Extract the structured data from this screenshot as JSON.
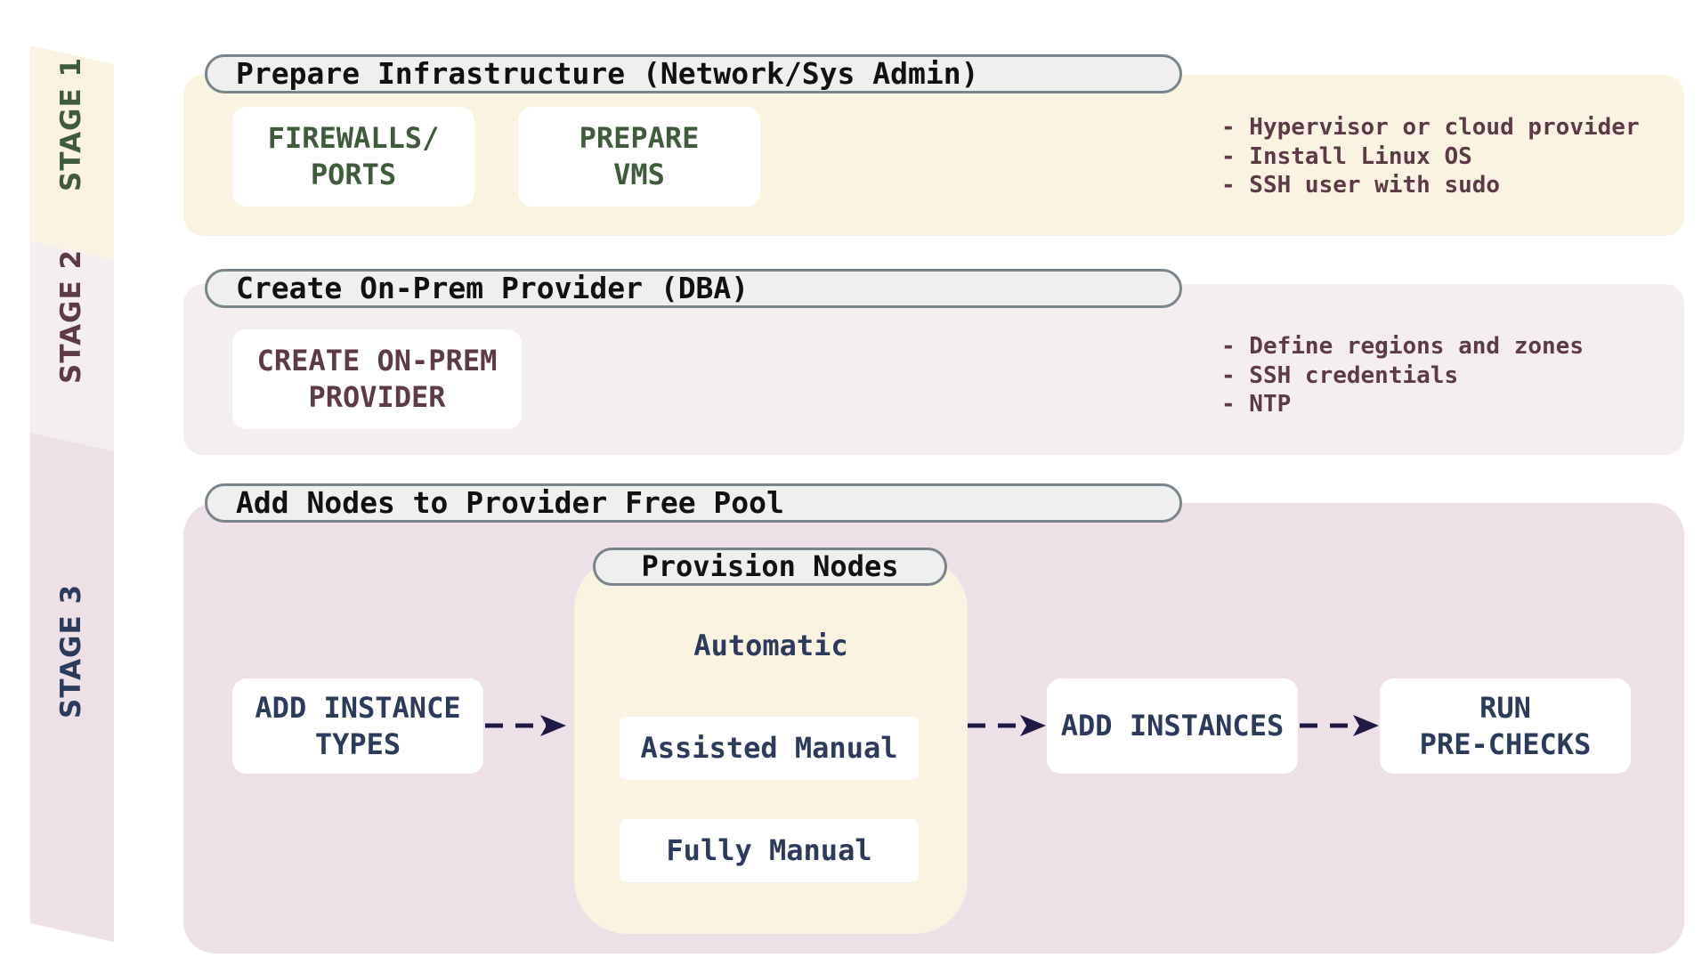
{
  "stages": [
    {
      "label": "STAGE 1",
      "color": "#3f5b3b",
      "band_color": "#fbf3e1"
    },
    {
      "label": "STAGE 2",
      "color": "#5c3a46",
      "band_color": "#f4eef1"
    },
    {
      "label": "STAGE 3",
      "color": "#2c3a5c",
      "band_color": "#ede0e7"
    }
  ],
  "stage1": {
    "title": "Prepare Infrastructure (Network/Sys Admin)",
    "boxes": [
      "FIREWALLS/\nPORTS",
      "PREPARE\nVMS"
    ],
    "notes": [
      "- Hypervisor or cloud provider",
      "- Install Linux OS",
      "- SSH user with sudo"
    ]
  },
  "stage2": {
    "title": "Create On-Prem Provider (DBA)",
    "boxes": [
      "CREATE ON-PREM\nPROVIDER"
    ],
    "notes": [
      "- Define regions and zones",
      "- SSH credentials",
      "- NTP"
    ]
  },
  "stage3": {
    "title": "Add Nodes to Provider Free Pool",
    "add_instance_types": "ADD INSTANCE\nTYPES",
    "provision": {
      "title": "Provision Nodes",
      "options": [
        "Automatic",
        "Assisted Manual",
        "Fully Manual"
      ]
    },
    "add_instances": "ADD INSTANCES",
    "run_prechecks": "RUN\nPRE-CHECKS"
  }
}
